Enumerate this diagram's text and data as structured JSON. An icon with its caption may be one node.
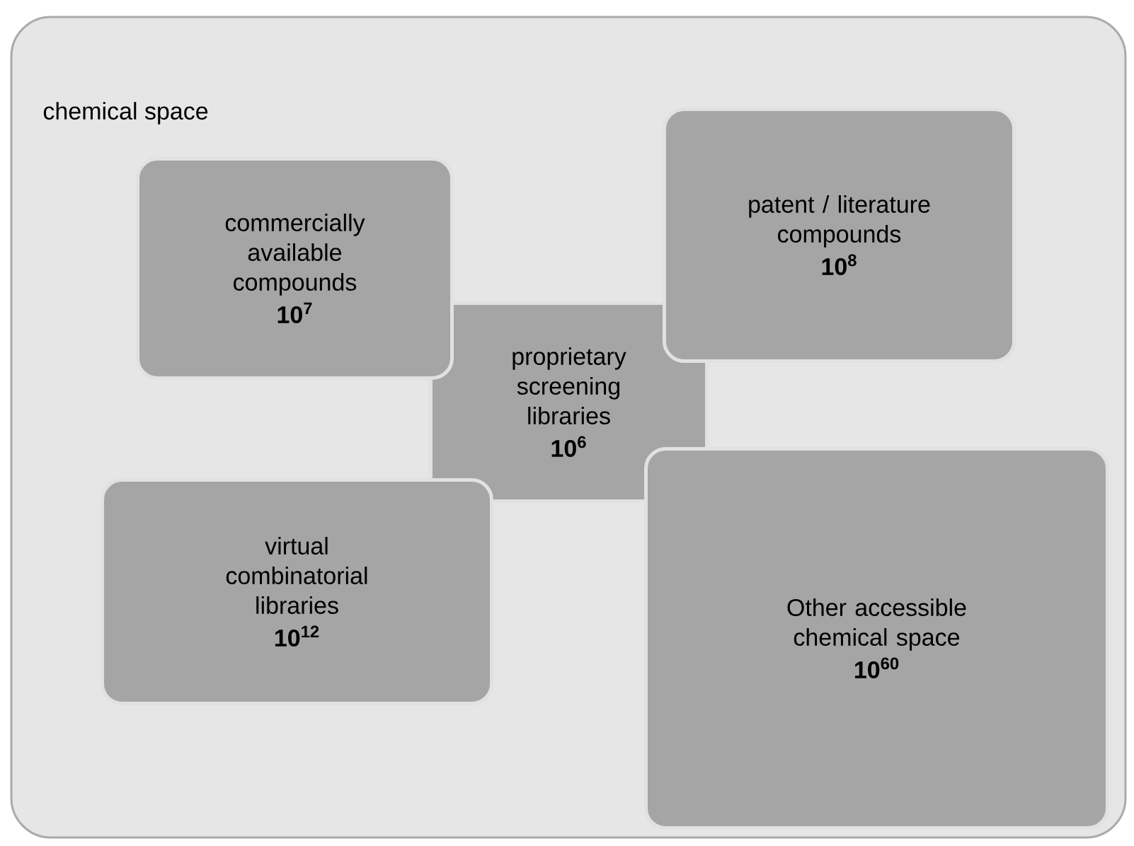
{
  "diagram": {
    "nodes": [
      {
        "text": [
          "chemical space"
        ]
      },
      {
        "text": [
          "commercially available compounds",
          "10$^{7}$"
        ],
        "in": 0
      },
      {
        "text": [
          "patent / literature compounds",
          "10$^{8}$"
        ],
        "in": 0
      },
      {
        "text": [
          "proprietary screening libraries",
          "10$^{6}$"
        ],
        "in": 0
      },
      {
        "text": [
          "virtual combinatorial libraries",
          "10$^{12}$"
        ],
        "in": 0
      },
      {
        "text": [
          "Other accessible chemical space",
          "10$^{60}$"
        ],
        "in": 0
      }
    ]
  }
}
